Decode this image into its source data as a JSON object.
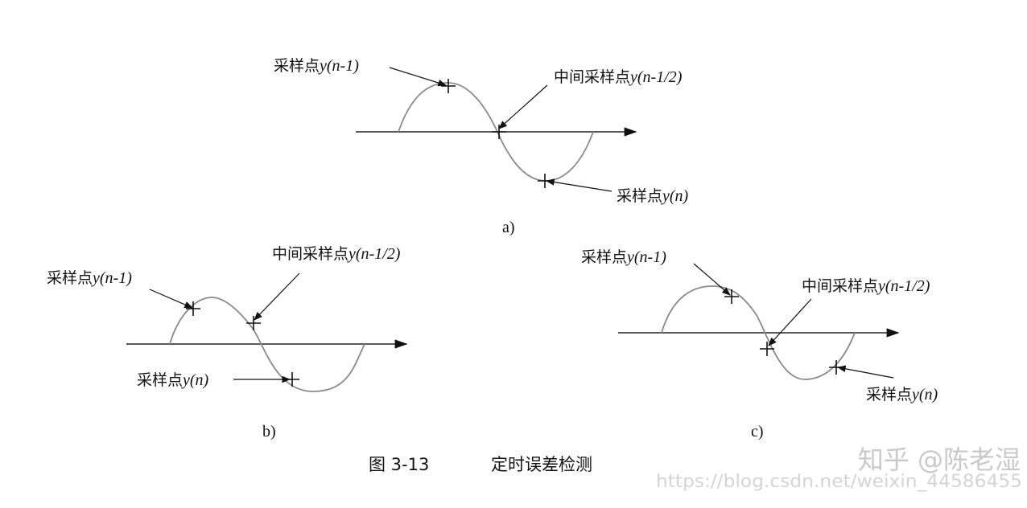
{
  "labels": {
    "sample": "采样点",
    "prev_math": "y(n-1)",
    "mid": "中间采样点",
    "mid_math": "y(n-1/2)",
    "cur_math": "y(n)"
  },
  "panels": {
    "a": "a)",
    "b": "b)",
    "c": "c)"
  },
  "caption": {
    "number": "图 3-13",
    "title": "定时误差检测"
  },
  "watermark": {
    "zhihu": "知乎 @陈老湿",
    "csdn": "https://blog.csdn.net/weixin_44586455"
  }
}
